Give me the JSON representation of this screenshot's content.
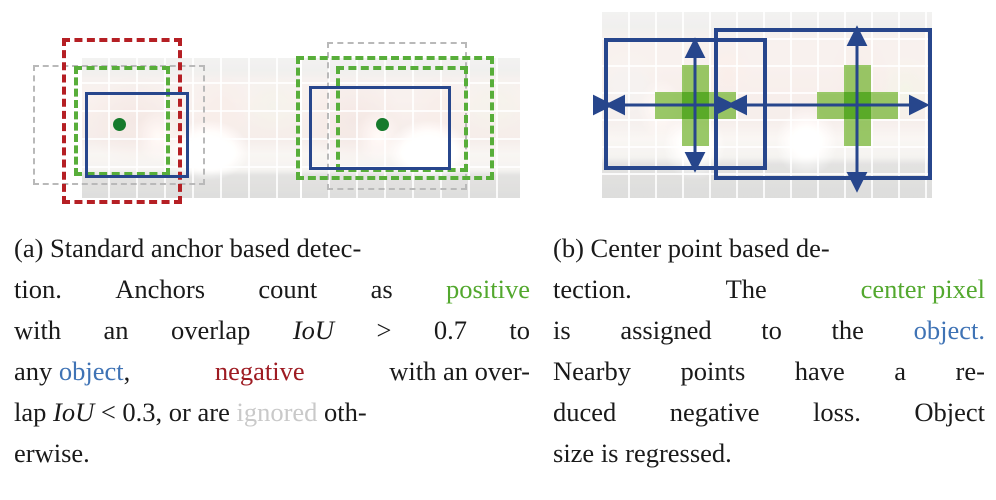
{
  "figure": {
    "kind": "two-panel comparison diagram",
    "panels": [
      {
        "id": "a",
        "label": "(a)",
        "title": "Standard anchor based detection",
        "caption_lines": [
          [
            "(a) Standard anchor based detec-"
          ],
          [
            "tion.",
            "Anchors count as ",
            "positive"
          ],
          [
            "with an overlap ",
            "IoU",
            " > ",
            "0.7",
            " to"
          ],
          [
            "any ",
            "object",
            ", ",
            "negative",
            " with an over-"
          ],
          [
            "lap ",
            "IoU",
            " < 0.3, or are ",
            "ignored",
            " oth-"
          ],
          [
            "erwise."
          ]
        ],
        "caption_text": "(a) Standard anchor based detection. Anchors count as positive with an overlap IoU > 0.7 to any object, negative with an overlap IoU < 0.3, or are ignored otherwise.",
        "terms": {
          "positive": "positive",
          "object": "object",
          "negative": "negative",
          "ignored": "ignored",
          "iou": "IoU",
          "gt_thresh": "> 0.7",
          "lt_thresh": "< 0.3"
        }
      },
      {
        "id": "b",
        "label": "(b)",
        "title": "Center point based detection",
        "caption_lines": [
          [
            "(b) Center point based de-"
          ],
          [
            "tection.",
            "The ",
            "center pixel"
          ],
          [
            "is assigned to the ",
            "object",
            "."
          ],
          [
            "Nearby points have a re-"
          ],
          [
            "duced negative loss. Object"
          ],
          [
            "size is regressed."
          ]
        ],
        "caption_text": "(b) Center point based detection. The center pixel is assigned to the object. Nearby points have a reduced negative loss. Object size is regressed.",
        "terms": {
          "center_pixel": "center pixel",
          "object": "object"
        }
      }
    ]
  },
  "colors": {
    "positive_green": "#53a82e",
    "negative_red": "#9e1b22",
    "object_blue": "#3f73b5",
    "ignored_gray": "#c9c9c9",
    "box_blue": "#27468c",
    "dash_red": "#b51f24",
    "dash_green": "#58ae3a",
    "dash_gray": "#b9b9b9",
    "center_dot_green": "#167a2c",
    "cross_center": "#5aaa28",
    "cross_arm": "#7cb83e",
    "text": "#1a1a1a",
    "background": "#ffffff"
  },
  "annotations": {
    "panel_a": {
      "description": "Two copies of a cat photo with a grid overlay. Each shows a solid blue ground-truth box with a green center dot, plus dashed anchor boxes.",
      "instances": [
        {
          "name": "left-instance",
          "boxes": [
            {
              "role": "ignored-anchor",
              "style": "gray dashed",
              "meaning": "ignored"
            },
            {
              "role": "negative-anchor",
              "style": "red dashed",
              "meaning": "negative"
            },
            {
              "role": "positive-anchor",
              "style": "green dashed",
              "meaning": "positive"
            },
            {
              "role": "ground-truth",
              "style": "blue solid",
              "meaning": "object"
            }
          ],
          "center_dot": true
        },
        {
          "name": "right-instance",
          "boxes": [
            {
              "role": "ignored-anchor",
              "style": "gray dashed",
              "meaning": "ignored"
            },
            {
              "role": "positive-anchor",
              "style": "green dashed",
              "meaning": "positive"
            },
            {
              "role": "positive-anchor-2",
              "style": "green dashed",
              "meaning": "positive"
            },
            {
              "role": "ground-truth",
              "style": "blue solid",
              "meaning": "object"
            }
          ],
          "center_dot": true
        }
      ]
    },
    "panel_b": {
      "description": "One wide cat photo with a grid overlay, two solid blue boxes, each with a green plus-shaped set of center pixels and width/height regression arrows.",
      "instances": [
        {
          "name": "left-object",
          "box": "blue solid",
          "center_cross": "green plus (1 bright center cell + 4 lighter arm cells)",
          "arrows": [
            "width double-arrow",
            "height double-arrow"
          ]
        },
        {
          "name": "right-object",
          "box": "blue solid",
          "center_cross": "green plus (1 bright center cell + 4 lighter arm cells)",
          "arrows": [
            "width double-arrow",
            "height double-arrow"
          ]
        }
      ]
    }
  }
}
